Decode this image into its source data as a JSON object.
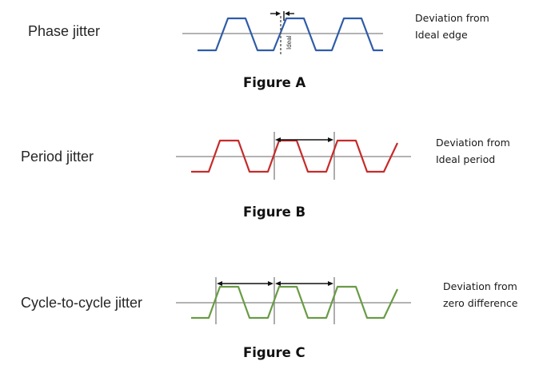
{
  "figures": [
    {
      "label": "Phase jitter",
      "note_line1": "Deviation from",
      "note_line2": "Ideal edge",
      "caption": "Figure A",
      "wave_color": "#2f5ca8",
      "marker_text": "Ideal"
    },
    {
      "label": "Period jitter",
      "note_line1": "Deviation from",
      "note_line2": "Ideal period",
      "caption": "Figure B",
      "wave_color": "#c62b2b"
    },
    {
      "label": "Cycle-to-cycle jitter",
      "note_line1": "Deviation from",
      "note_line2": "zero difference",
      "caption": "Figure C",
      "wave_color": "#6a9b45"
    }
  ],
  "colors": {
    "baseline": "#b3b3b3",
    "arrow": "#111111",
    "marker": "#555555"
  }
}
